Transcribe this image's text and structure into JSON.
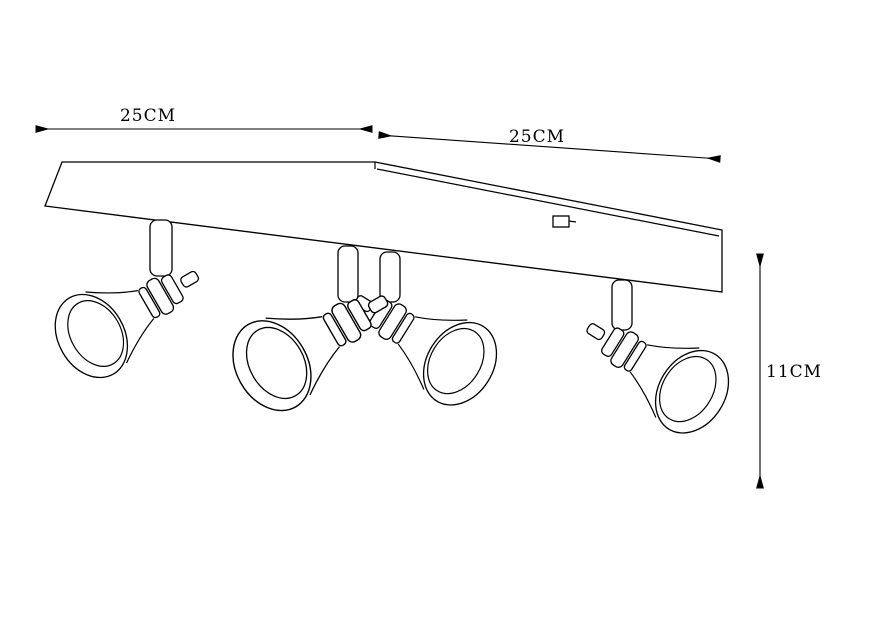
{
  "diagram": {
    "subject": "Four-head ceiling spotlight fixture on an L-shaped mounting plate",
    "style": "black line technical drawing on white background",
    "spotlight_count": 4,
    "colors": {
      "line": "#000000",
      "background": "#ffffff"
    },
    "dimensions": {
      "left_width": "25CM",
      "right_width": "25CM",
      "height": "11CM"
    }
  }
}
